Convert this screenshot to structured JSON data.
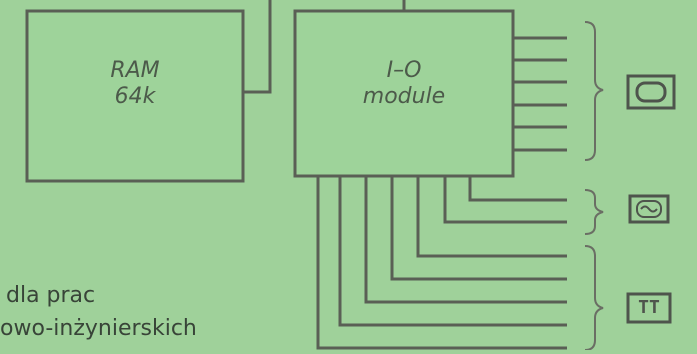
{
  "diagram": {
    "ram_box": {
      "line1": "RAM",
      "line2": "64k"
    },
    "io_box": {
      "line1": "I–O",
      "line2": "module"
    },
    "devices": [
      {
        "name": "crt-monitor-icon"
      },
      {
        "name": "waveform-display-icon"
      },
      {
        "name": "teletype-icon",
        "label": "TT"
      }
    ],
    "caption": {
      "line1": "dla prac",
      "line2": "owo-inżynierskich"
    },
    "colors": {
      "background": "#9fd19a",
      "ink": "#5a5f55",
      "box_fill": "#9ed39a"
    }
  }
}
